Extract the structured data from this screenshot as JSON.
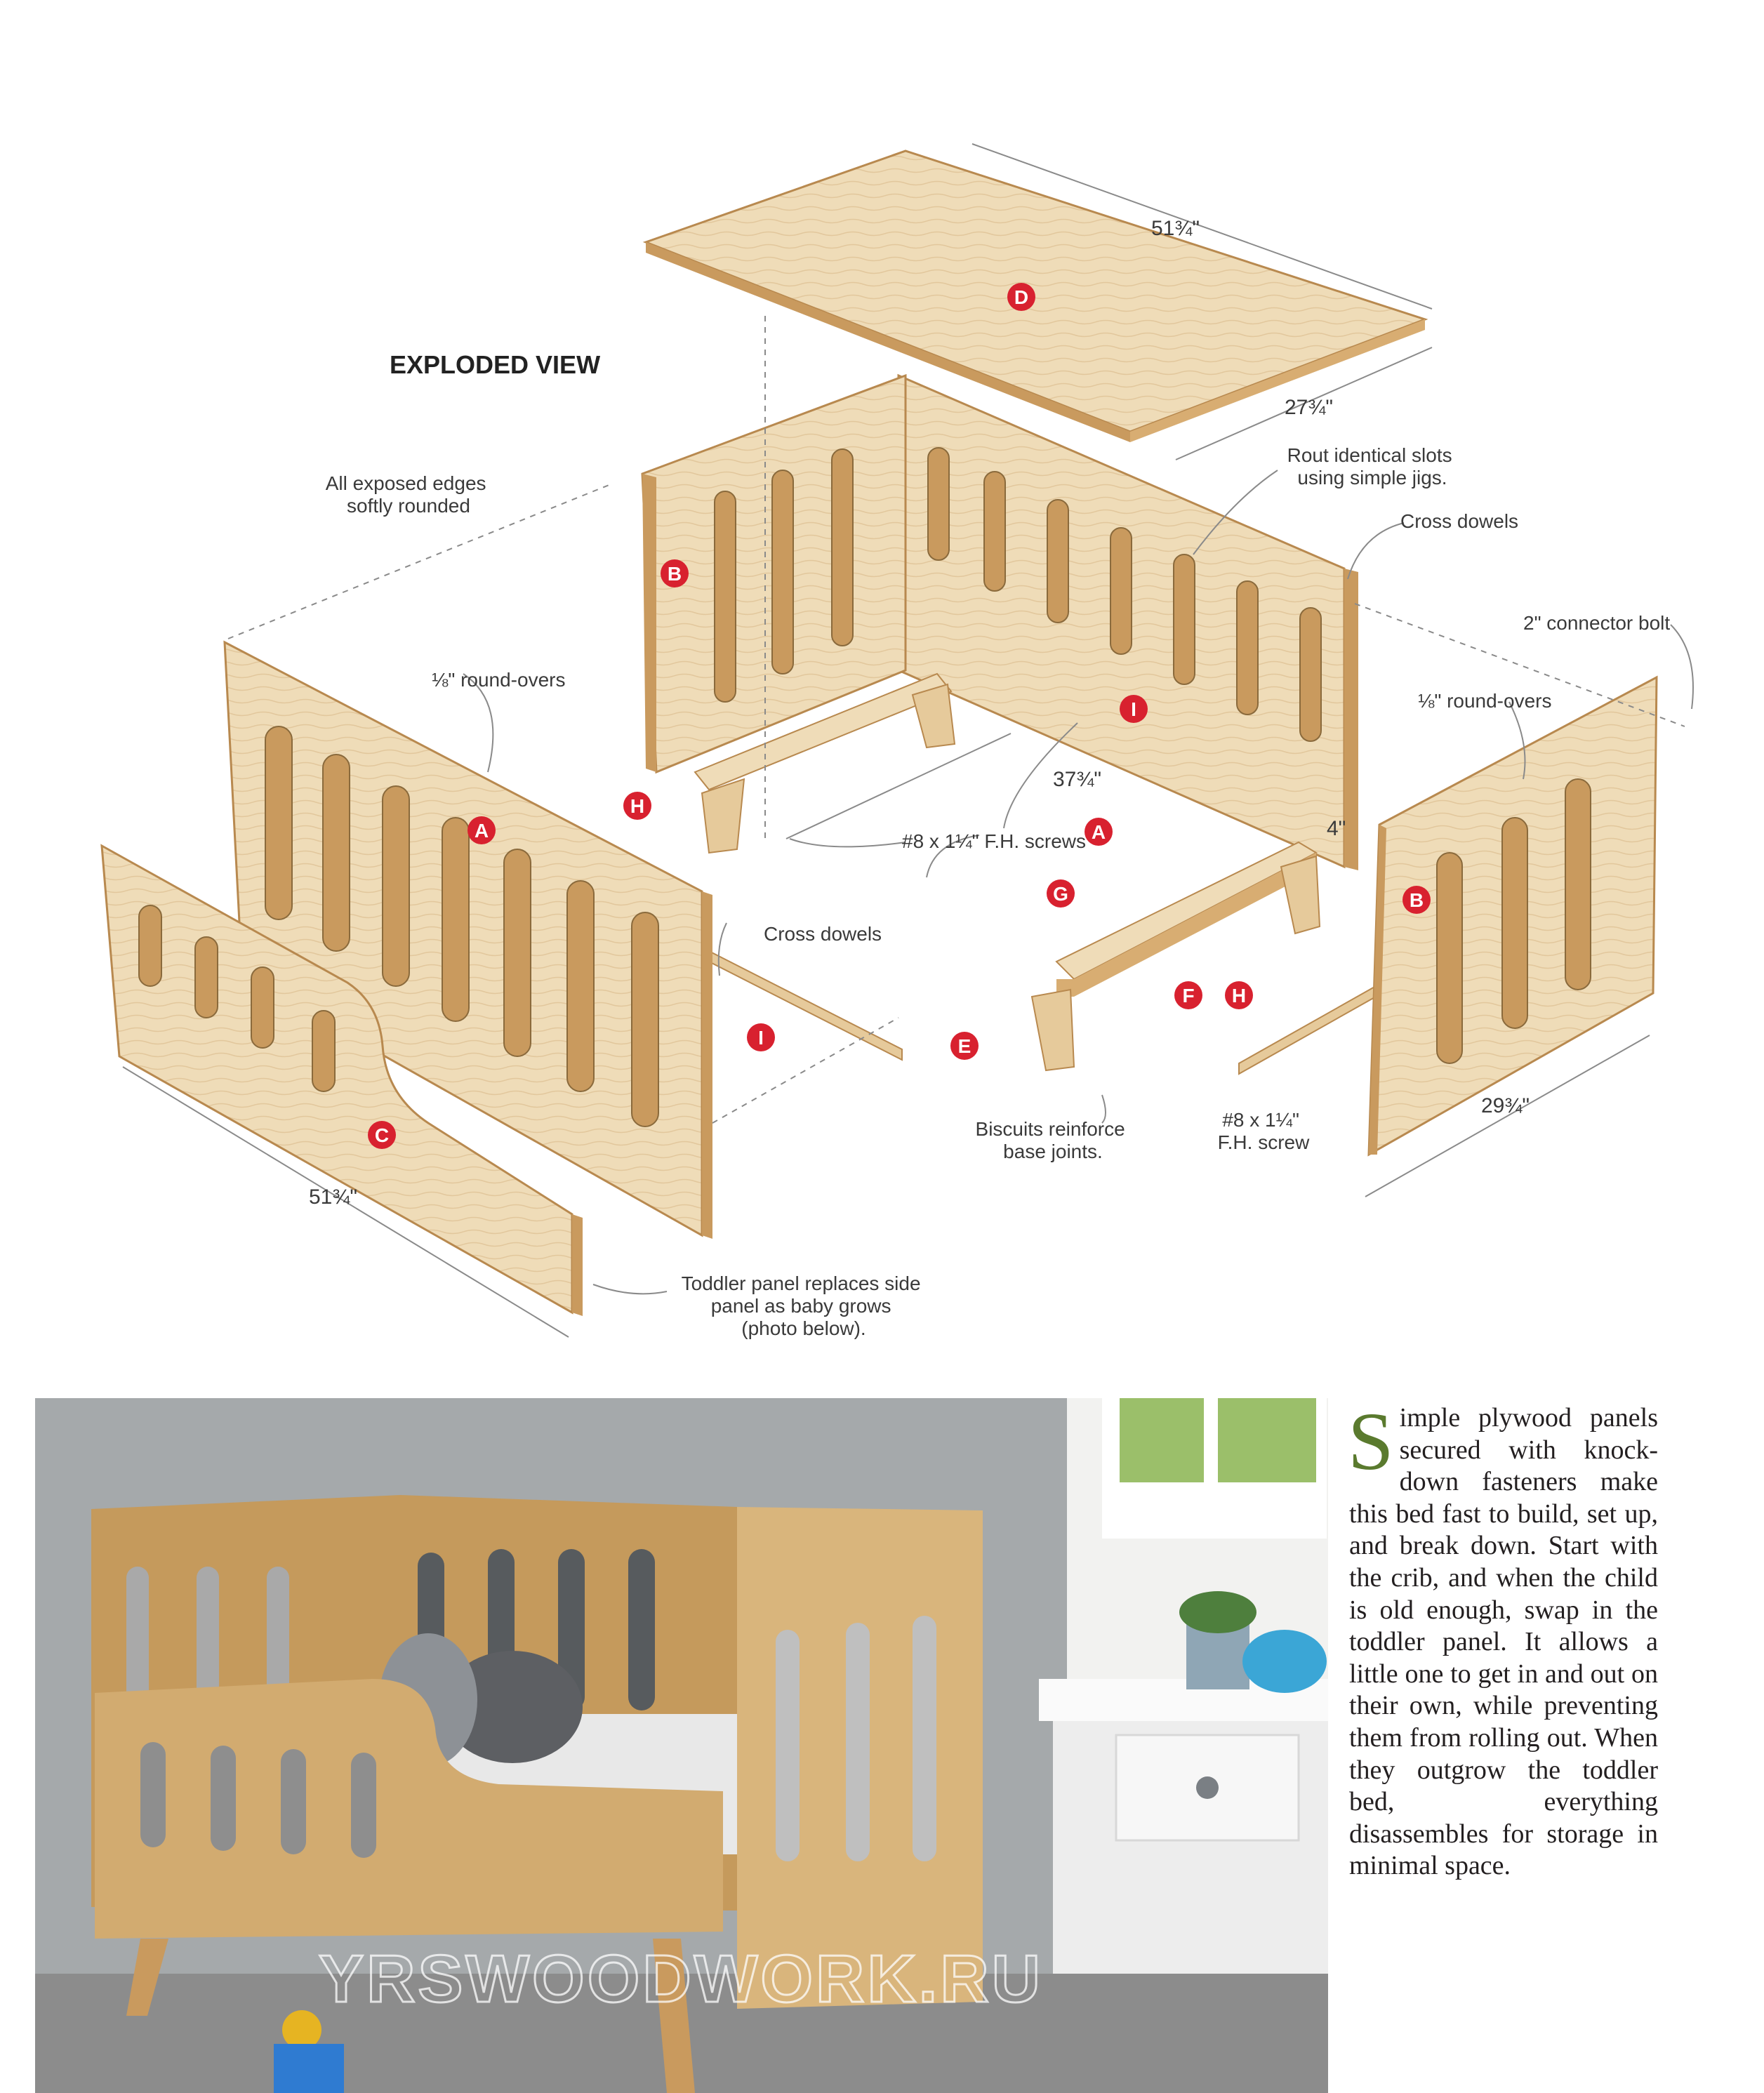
{
  "diagram": {
    "title": "EXPLODED VIEW",
    "parts": [
      "A",
      "A",
      "B",
      "B",
      "C",
      "D",
      "E",
      "F",
      "G",
      "H",
      "H",
      "I",
      "I"
    ],
    "dimensions": {
      "top_length": "51¾\"",
      "top_width": "27¾\"",
      "base_length": "37¾\"",
      "leg_height": "4\"",
      "end_width": "29¾\"",
      "toddler_length": "51¾\""
    },
    "callouts": {
      "exposed_edges": [
        "All exposed edges",
        "softly rounded"
      ],
      "rout_slots": [
        "Rout identical slots",
        "using simple jigs."
      ],
      "cross_dowels_top": "Cross dowels",
      "connector_bolt": "2\" connector bolt",
      "roundovers_left": "⅛\" round-overs",
      "roundovers_right": "⅛\" round-overs",
      "screws": "#8 x 1¼\" F.H. screws",
      "cross_dowels_lower": "Cross dowels",
      "biscuits": [
        "Biscuits reinforce",
        "base joints."
      ],
      "screw_single": [
        "#8 x 1¼\"",
        "F.H. screw"
      ],
      "toddler_panel": [
        "Toddler panel replaces side",
        "panel as baby grows",
        "(photo below)."
      ]
    },
    "colors": {
      "plywood": "#efdcb8",
      "edge": "#c99a5e",
      "marker": "#d8212f",
      "leader": "#8a8a8a"
    }
  },
  "photo": {
    "watermark": "YRSWOODWORK.RU"
  },
  "article": {
    "dropcap": "S",
    "body": "imple plywood panels secured with knock­down fasteners make this bed fast to build, set up, and break down. Start with the crib, and when the child is old enough, swap in the toddler panel. It allows a little one to get in and out on their own, while pre­venting them from rolling out. When they outgrow the toddler bed, everything disassembles for storage in minimal space."
  }
}
